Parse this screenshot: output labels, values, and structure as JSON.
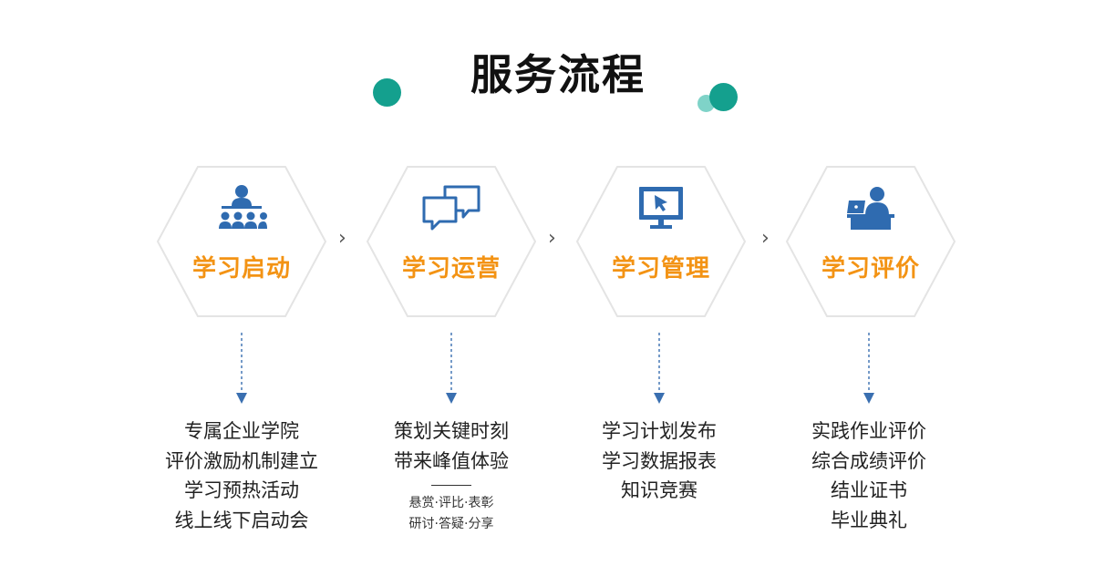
{
  "title": "服务流程",
  "colors": {
    "accent": "#f39314",
    "teal": "#14a08e",
    "icon_blue": "#2f6bb0",
    "hex_fill": "#ffffff"
  },
  "steps": [
    {
      "label": "学习启动",
      "icon": "presentation-teacher-icon",
      "lines": [
        "专属企业学院",
        "评价激励机制建立",
        "学习预热活动",
        "线上线下启动会"
      ],
      "sub_lines": []
    },
    {
      "label": "学习运营",
      "icon": "chat-bubbles-icon",
      "lines": [
        "策划关键时刻",
        "带来峰值体验"
      ],
      "sub_lines": [
        "悬赏·评比·表彰",
        "研讨·答疑·分享"
      ]
    },
    {
      "label": "学习管理",
      "icon": "monitor-cursor-icon",
      "lines": [
        "学习计划发布",
        "学习数据报表",
        "知识竞赛"
      ],
      "sub_lines": []
    },
    {
      "label": "学习评价",
      "icon": "person-laptop-icon",
      "lines": [
        "实践作业评价",
        "综合成绩评价",
        "结业证书",
        "毕业典礼"
      ],
      "sub_lines": []
    }
  ],
  "separator": "›"
}
